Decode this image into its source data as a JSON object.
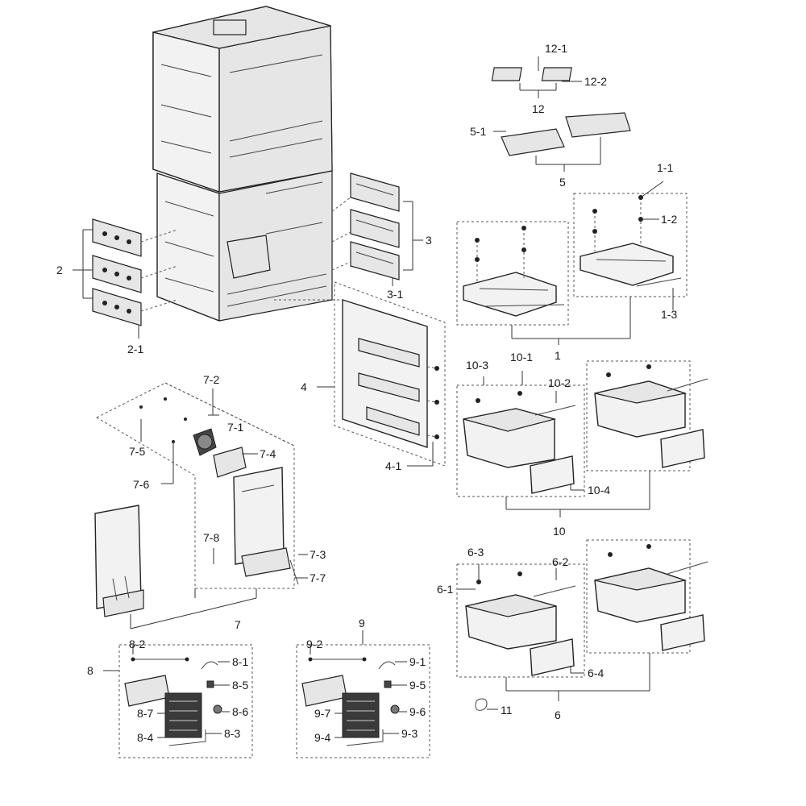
{
  "labels": {
    "l12_1": "12-1",
    "l12_2": "12-2",
    "l12": "12",
    "l5_1": "5-1",
    "l5": "5",
    "l1_1": "1-1",
    "l1_2": "1-2",
    "l1_3": "1-3",
    "l1": "1",
    "l2": "2",
    "l2_1": "2-1",
    "l3": "3",
    "l3_1": "3-1",
    "l4": "4",
    "l4_1": "4-1",
    "l10_3": "10-3",
    "l10_1": "10-1",
    "l10_2": "10-2",
    "l10_4": "10-4",
    "l10": "10",
    "l7_2": "7-2",
    "l7_1": "7-1",
    "l7_5": "7-5",
    "l7_4": "7-4",
    "l7_6": "7-6",
    "l7_8": "7-8",
    "l7_3": "7-3",
    "l7_7": "7-7",
    "l7": "7",
    "l6_3": "6-3",
    "l6_2": "6-2",
    "l6_1": "6-1",
    "l6_4": "6-4",
    "l6": "6",
    "l8_2": "8-2",
    "l8": "8",
    "l8_1": "8-1",
    "l8_5": "8-5",
    "l8_7": "8-7",
    "l8_6": "8-6",
    "l8_4": "8-4",
    "l8_3": "8-3",
    "l9": "9",
    "l9_2": "9-2",
    "l9_1": "9-1",
    "l9_5": "9-5",
    "l9_7": "9-7",
    "l9_6": "9-6",
    "l9_4": "9-4",
    "l9_3": "9-3",
    "l11": "11"
  }
}
